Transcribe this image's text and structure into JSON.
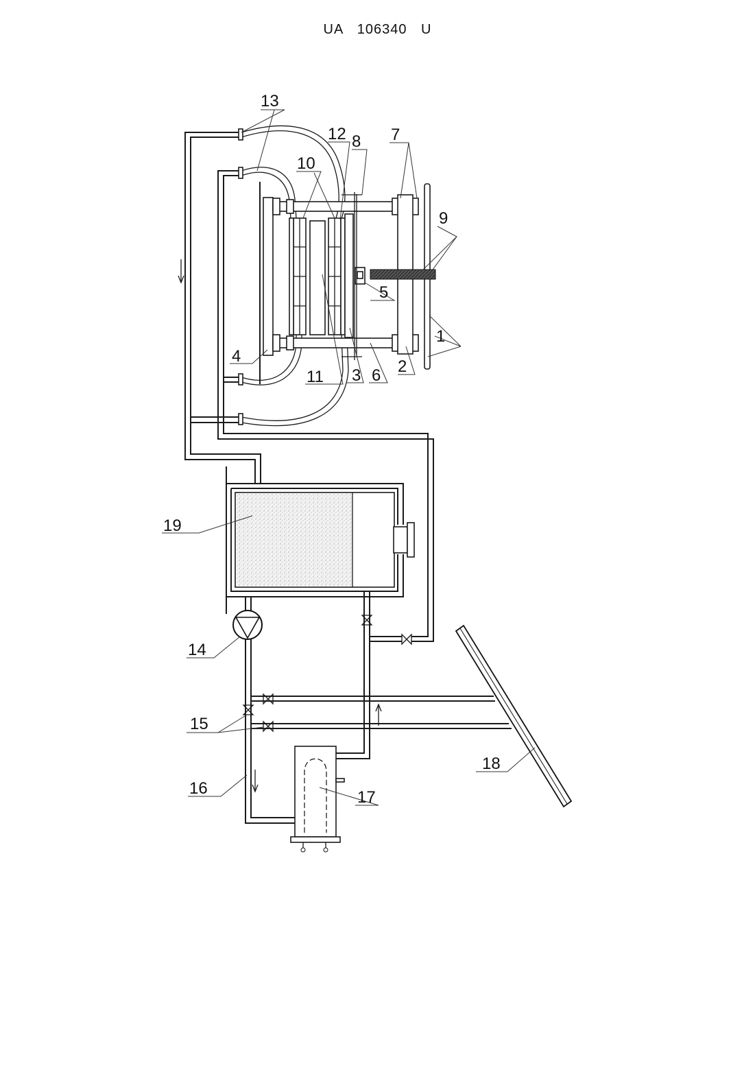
{
  "header": {
    "doc_number": "UA   106340   U"
  },
  "labels": {
    "l1": "1",
    "l2": "2",
    "l3": "3",
    "l4": "4",
    "l5": "5",
    "l6": "6",
    "l7": "7",
    "l8": "8",
    "l9": "9",
    "l10": "10",
    "l11": "11",
    "l12": "12",
    "l13": "13",
    "l14": "14",
    "l15": "15",
    "l16": "16",
    "l17": "17",
    "l18": "18",
    "l19": "19"
  }
}
